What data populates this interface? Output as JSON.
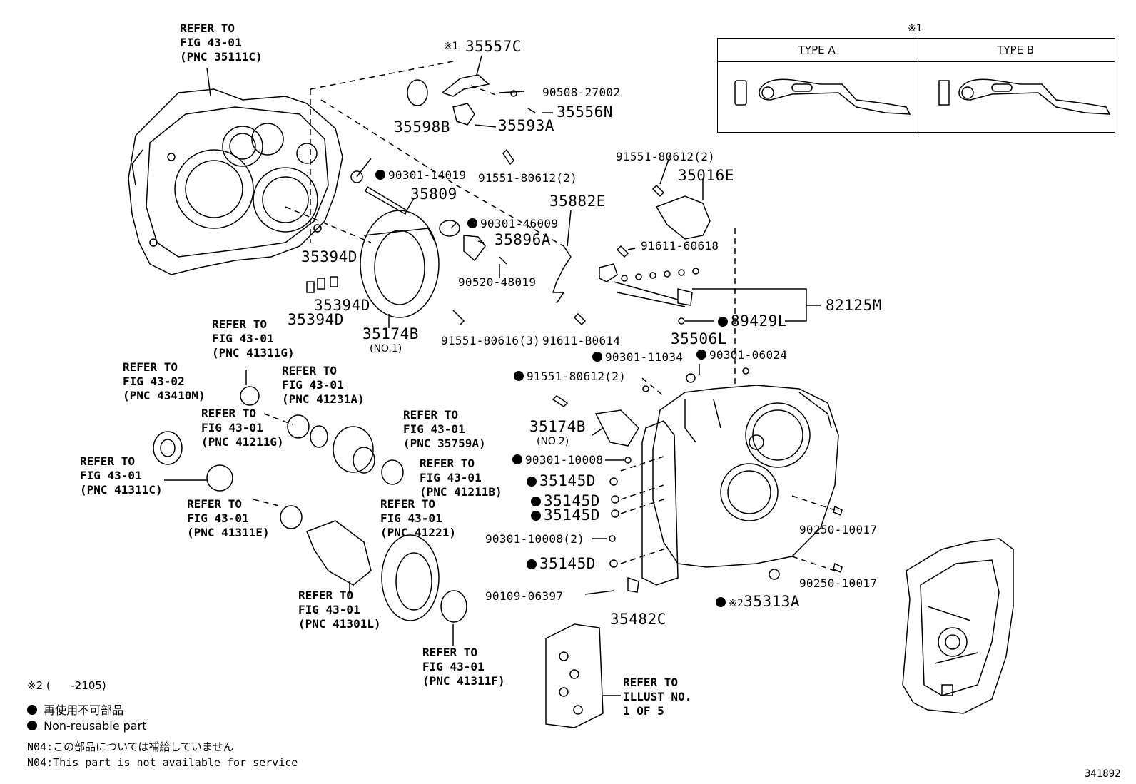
{
  "type_table": {
    "note_mark": "※1",
    "type_a": "TYPE A",
    "type_b": "TYPE B"
  },
  "parts": {
    "p35557C": "35557C",
    "p35557C_mark": "※1",
    "p90508_27002": "90508-27002",
    "p35556N": "35556N",
    "p35598B": "35598B",
    "p35593A": "35593A",
    "p91551_80612_2a": "91551-80612(2)",
    "p90301_14019": "90301-14019",
    "p35809": "35809",
    "p90301_46009": "90301-46009",
    "p35896A": "35896A",
    "p90520_48019": "90520-48019",
    "p35394D_a": "35394D",
    "p35394D_b": "35394D",
    "p35394D_c": "35394D",
    "p35174B": "35174B",
    "p35174B_no1": "(NO.1)",
    "p91551_80616_3": "91551-80616(3)",
    "p35882E": "35882E",
    "p91551_80612_2b": "91551-80612(2)",
    "p35016E": "35016E",
    "p91611_60618": "91611-60618",
    "p82125M": "82125M",
    "p89429L": "89429L",
    "p91611_B0614": "91611-B0614",
    "p35506L": "35506L",
    "p90301_11034": "90301-11034",
    "p90301_06024": "90301-06024",
    "p91551_80612_2c": "91551-80612(2)",
    "p35174B_2": "35174B",
    "p35174B_no2": "(NO.2)",
    "p90301_10008": "90301-10008",
    "p35145D_a": "35145D",
    "p35145D_b": "35145D",
    "p35145D_c": "35145D",
    "p90301_10008_2": "90301-10008(2)",
    "p35145D_d": "35145D",
    "p90109_06397": "90109-06397",
    "p35482C": "35482C",
    "p35313A": "35313A",
    "p35313A_mark": "※2",
    "p90250_10017_a": "90250-10017",
    "p90250_10017_b": "90250-10017"
  },
  "refs": {
    "r35111C": "REFER TO\nFIG 43-01\n(PNC 35111C)",
    "r41311G": "REFER TO\nFIG 43-01\n(PNC 41311G)",
    "r43410M": "REFER TO\nFIG 43-02\n(PNC 43410M)",
    "r41231A": "REFER TO\nFIG 43-01\n(PNC 41231A)",
    "r41211G": "REFER TO\nFIG 43-01\n(PNC 41211G)",
    "r35759A": "REFER TO\nFIG 43-01\n(PNC 35759A)",
    "r41311C": "REFER TO\nFIG 43-01\n(PNC 41311C)",
    "r41211B": "REFER TO\nFIG 43-01\n(PNC 41211B)",
    "r41311E": "REFER TO\nFIG 43-01\n(PNC 41311E)",
    "r41221": "REFER TO\nFIG 43-01\n(PNC 41221)",
    "r41301L": "REFER TO\nFIG 43-01\n(PNC 41301L)",
    "r41311F": "REFER TO\nFIG 43-01\n(PNC 41311F)",
    "rIllust": "REFER TO\nILLUST NO.\n1 OF 5"
  },
  "legend": {
    "note2": "※2 (      -2105)",
    "nonreusable_jp": "再使用不可部品",
    "nonreusable_en": "Non-reusable part",
    "n04_jp": "N04:この部品については補給していません",
    "n04_en": "N04:This part is not available for service"
  },
  "figure_id": "341892"
}
